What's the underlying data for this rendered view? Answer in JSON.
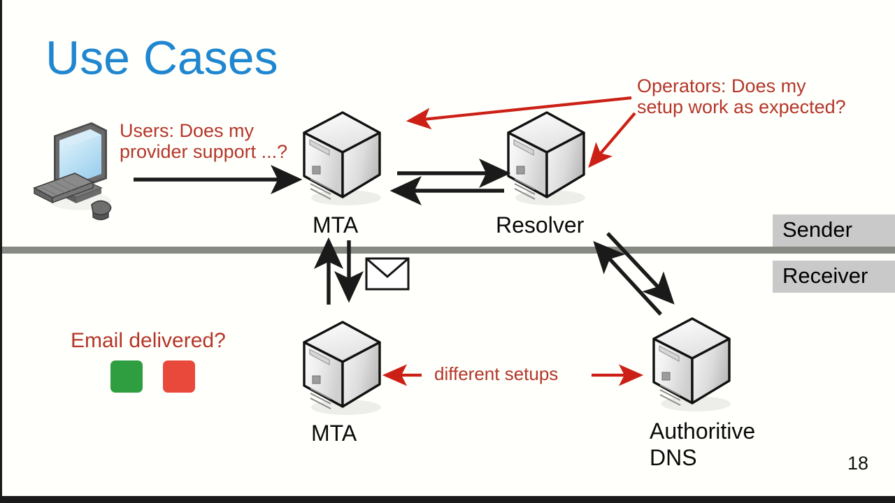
{
  "slide": {
    "title": "Use Cases",
    "page_number": "18",
    "title_color": "#1f86d0",
    "annotation_color": "#b4362a",
    "divider_color": "#868a82",
    "background": "#fffffb"
  },
  "annotations": {
    "users_question": "Users: Does my\nprovider support ...?",
    "operators_question": "Operators: Does my\nsetup work as expected?",
    "email_delivered_question": "Email delivered?",
    "different_setups": "different setups"
  },
  "nodes": {
    "mta_top": "MTA",
    "resolver": "Resolver",
    "mta_bottom": "MTA",
    "authoritive_dns": "Authoritive\nDNS"
  },
  "zones": {
    "sender": "Sender",
    "receiver": "Receiver",
    "sender_bg": "#c9c9c9",
    "receiver_bg": "#c9c9c9"
  },
  "status_icons": {
    "delivered_ok": "check-mark",
    "delivered_fail": "cross-mark",
    "ok_color": "#2f9e41",
    "fail_color": "#e8493a"
  },
  "icons": {
    "workstation": "desktop-computer-icon",
    "server": "server-tower-icon",
    "envelope": "email-envelope-icon"
  },
  "connections": [
    {
      "name": "user-to-mta",
      "label": "",
      "color": "#1a1a1a",
      "direction": "right"
    },
    {
      "name": "mta-to-resolver",
      "label": "",
      "color": "#1a1a1a",
      "direction": "right"
    },
    {
      "name": "resolver-to-mta",
      "label": "",
      "color": "#1a1a1a",
      "direction": "left"
    },
    {
      "name": "mta-bottom-to-mta-top",
      "label": "",
      "color": "#1a1a1a",
      "direction": "up"
    },
    {
      "name": "mta-top-to-mta-bottom",
      "label": "",
      "color": "#1a1a1a",
      "direction": "down"
    },
    {
      "name": "resolver-to-authoritive-dns",
      "label": "",
      "color": "#1a1a1a",
      "direction": "down-right"
    },
    {
      "name": "authoritive-dns-to-resolver",
      "label": "",
      "color": "#1a1a1a",
      "direction": "up-left"
    },
    {
      "name": "operators-to-mta",
      "label": "",
      "color": "#cc2016",
      "direction": "left"
    },
    {
      "name": "operators-to-resolver",
      "label": "",
      "color": "#cc2016",
      "direction": "down-left"
    },
    {
      "name": "different-setups-left",
      "label": "",
      "color": "#cc2016",
      "direction": "left"
    },
    {
      "name": "different-setups-right",
      "label": "",
      "color": "#cc2016",
      "direction": "right"
    }
  ]
}
